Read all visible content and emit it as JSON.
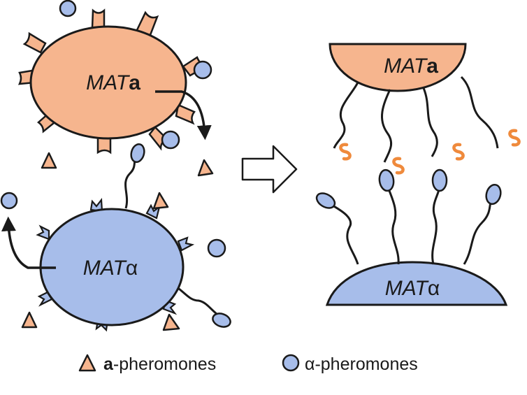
{
  "colors": {
    "mata_fill": "#f6b58e",
    "matalpha_fill": "#a7bdea",
    "a_pheromone": "#f6b58e",
    "alpha_pheromone": "#a7bdea",
    "receptor_hook": "#ef8a3c",
    "outline": "#1a1a1a",
    "arrow_fill": "#ffffff"
  },
  "cells": {
    "mata_left": {
      "prefix": "MAT",
      "suffix": "a"
    },
    "matalpha_left": {
      "prefix": "MAT",
      "suffix": "α"
    },
    "mata_right": {
      "prefix": "MAT",
      "suffix": "a"
    },
    "matalpha_right": {
      "prefix": "MAT",
      "suffix": "α"
    }
  },
  "legend": {
    "a_icon": "triangle-icon",
    "a_bold": "a",
    "a_text": "-pheromones",
    "alpha_icon": "circle-icon",
    "alpha_prefix": "α",
    "alpha_text": "-pheromones"
  },
  "transition_icon": "right-arrow-icon"
}
